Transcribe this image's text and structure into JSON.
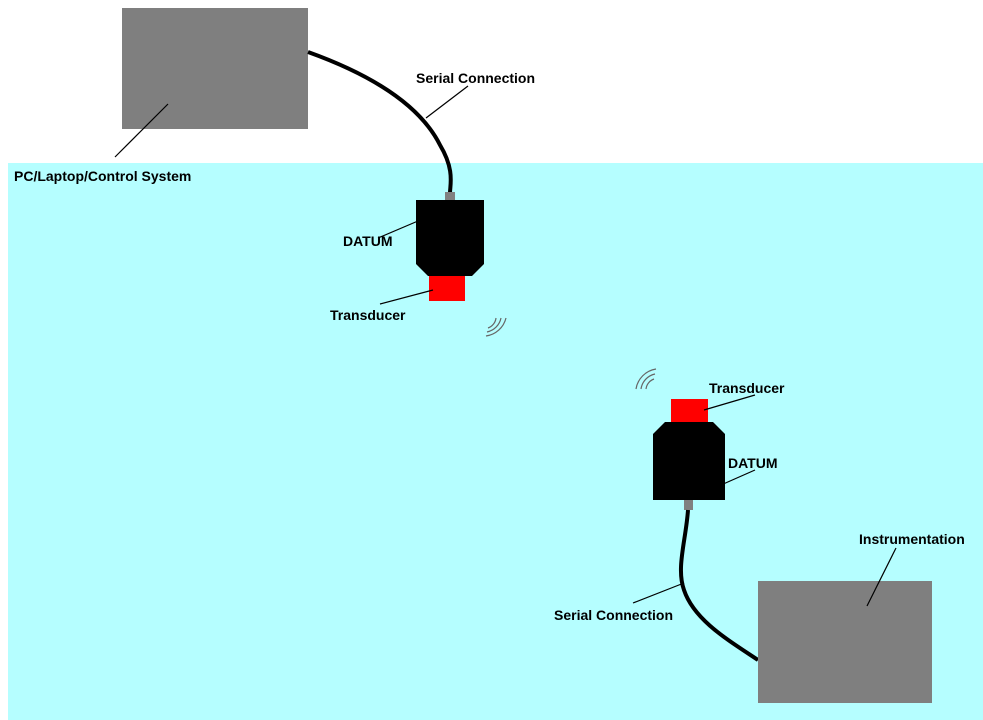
{
  "colors": {
    "water": "#b5feff",
    "box": "#7f7f7f",
    "datum_body": "#000000",
    "transducer": "#ff0000",
    "connector": "#808080",
    "cable": "#000000",
    "background": "#ffffff"
  },
  "topside": {
    "box_label": "PC/Laptop/Control System",
    "cable_label": "Serial Connection",
    "datum_label": "DATUM",
    "transducer_label": "Transducer"
  },
  "subsea": {
    "box_label": "Instrumentation",
    "cable_label": "Serial Connection",
    "datum_label": "DATUM",
    "transducer_label": "Transducer"
  }
}
